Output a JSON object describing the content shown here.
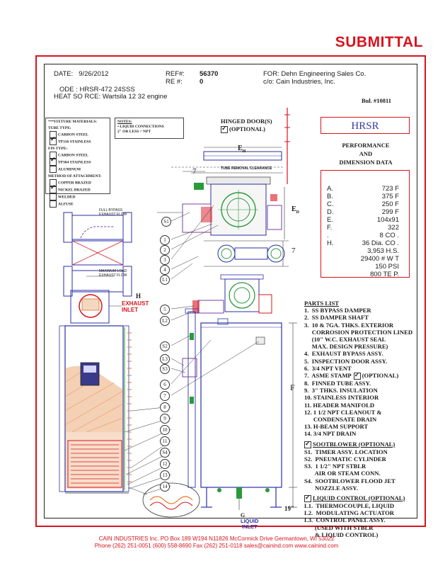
{
  "title": "SUBMITTAL",
  "header": {
    "date_label": "DATE:",
    "date": "9/26/2012",
    "ref_label": "REF#:",
    "ref": "56370",
    "rev_label": "RE  #:",
    "rev": "0",
    "for_label": "FOR:",
    "for": "Dehn Engineering Sales Co.",
    "co": "c/o: Cain Industries, Inc.",
    "code_label": "ODE :",
    "code": "HRSR-472 24SSS",
    "heat_label": "HEAT SO  RCE:",
    "heat": "Wartsila 12  32 engine",
    "bulletin": "Bul.  #10811"
  },
  "materials": {
    "heading": "***FIXTURE MATERIALS:",
    "tube_type": "TUBE TYPE:",
    "tube_items": [
      "CARBON STEEL",
      "TP316 STAINLESS"
    ],
    "tube_checked": [
      false,
      true
    ],
    "fin_type": "FIN TYPE:",
    "fin_items": [
      "CARBON STEEL",
      "TP304 STAINLESS",
      "ALUMINUM"
    ],
    "fin_checked": [
      false,
      true,
      false
    ],
    "attach_type": "METHOD OF ATTACHMENT:",
    "attach_items": [
      "COPPER BRAZED",
      "NICKEL BRAZED",
      "WELDED",
      "ALFUSE"
    ],
    "attach_checked": [
      false,
      true,
      false,
      false
    ]
  },
  "notes": {
    "heading": "NOTES:",
    "line1": "• LIQUID CONNECTIONS",
    "line2": "  2\" OR LESS = NPT"
  },
  "model_box": "HRSR",
  "perf_title": [
    "PERFORMANCE",
    "AND",
    "DIMENSION  DATA"
  ],
  "perf": [
    {
      "k": "A.",
      "v": "723  F"
    },
    {
      "k": "B.",
      "v": "375  F"
    },
    {
      "k": "C.",
      "v": "250  F"
    },
    {
      "k": "D.",
      "v": "299  F"
    },
    {
      "k": "E.",
      "v": "104x91"
    },
    {
      "k": "F.",
      "v": "322"
    },
    {
      "k": ".",
      "v": "8   CO   ."
    },
    {
      "k": "H.",
      "v": "36  Dia.  CO   ."
    },
    {
      "k": "",
      "v": "3,953 H.S."
    },
    {
      "k": "",
      "v": "29400 # W   T"
    },
    {
      "k": "",
      "v": "150 PSI"
    },
    {
      "k": "",
      "v": "800 TE   P."
    }
  ],
  "hinged": {
    "line1": "HINGED DOOR(S)",
    "line2": "(OPTIONAL)"
  },
  "diagram_labels": {
    "eh": "E",
    "eh_sub": "H",
    "ed": "E",
    "ed_sub": "D",
    "seven_a": "7",
    "seven_b": "7",
    "tube_removal": "TUBE REMOVAL CLEARANCE",
    "full_bypass": "FULL BYPASS EXHAUST FLOW",
    "max_load": "MAXIMUM LOAD EXHAUST FLOW",
    "h": "H",
    "exhaust_inlet": [
      "EXHAUST",
      "INLET"
    ],
    "f": "F",
    "nineteen": "19\"",
    "g": "G",
    "liquid_inlet": [
      "LIQUID",
      "INLET"
    ]
  },
  "callouts_left": [
    "S1",
    "1",
    "2",
    "3",
    "4",
    "L1"
  ],
  "callouts_mid": [
    "5",
    "L2",
    "S2",
    "L3",
    "S3",
    "6",
    "7",
    "8",
    "9",
    "10",
    "11",
    "S4",
    "12",
    "13",
    "14"
  ],
  "parts": {
    "heading": "PARTS  LIST",
    "items": [
      "1.  SS BYPASS DAMPER",
      "2.  SS DAMPER SHAFT",
      "3.  10 & 7GA. THKS. EXTERIOR",
      "     CORROSION PROTECTION LINED",
      "     (10\" W.C. EXHAUST SEAL",
      "     MAX. DESIGN PRESSURE)",
      "4.  EXHAUST BYPASS ASSY.",
      "5.  INSPECTION DOOR ASSY.",
      "6.  3/4 NPT VENT",
      "7.  ASME STAMP",
      "8.  FINNED TUBE ASSY.",
      "9.  3\" THKS. INSULATION",
      "10. STAINLESS INTERIOR",
      "11. HEADER MANIFOLD",
      "12. 1 1/2 NPT CLEANOUT &",
      "      CONDENSATE DRAIN",
      "13. H-BEAM SUPPORT",
      "14. 3/4 NPT DRAIN"
    ],
    "asme_opt": "(OPTIONAL)",
    "soot_heading": "SOOTBLOWER (OPTIONAL)",
    "soot_items": [
      "S1.  TIMER ASSY. LOCATION",
      "S2.  PNEUMATIC CYLINDER",
      "S3.  1 1/2\" NPT STBLR",
      "       AIR OR STEAM CONN.",
      "S4.  SOOTBLOWER FLOOD JET",
      "       NOZZLE ASSY."
    ],
    "liquid_heading": "LIQUID CONTROL (OPTIONAL)",
    "liquid_items": [
      "L1.  THERMOCOUPLE, LIQUID",
      "L2.  MODULATING ACTUATOR",
      "L3.  CONTROL PANEL ASSY.",
      "       (USED WITH STBLR",
      "       & LIQUID CONTROL)"
    ]
  },
  "footer": {
    "line1": "CAIN INDUSTRIES Inc.     PO Box 189     W194 N11826 McCormick Drive     Germantown, WI 53022",
    "line2": "Phone (262) 251-0051          (600) 558-8690          Fax (262) 251-0118          sales@cainind.com          www.cainind.com"
  },
  "colors": {
    "brand_red": "#d8141d",
    "drawing_blue": "#2a2fa6",
    "orange": "#e0782a",
    "green": "#2a9a3a",
    "purple": "#7a3fa0"
  }
}
